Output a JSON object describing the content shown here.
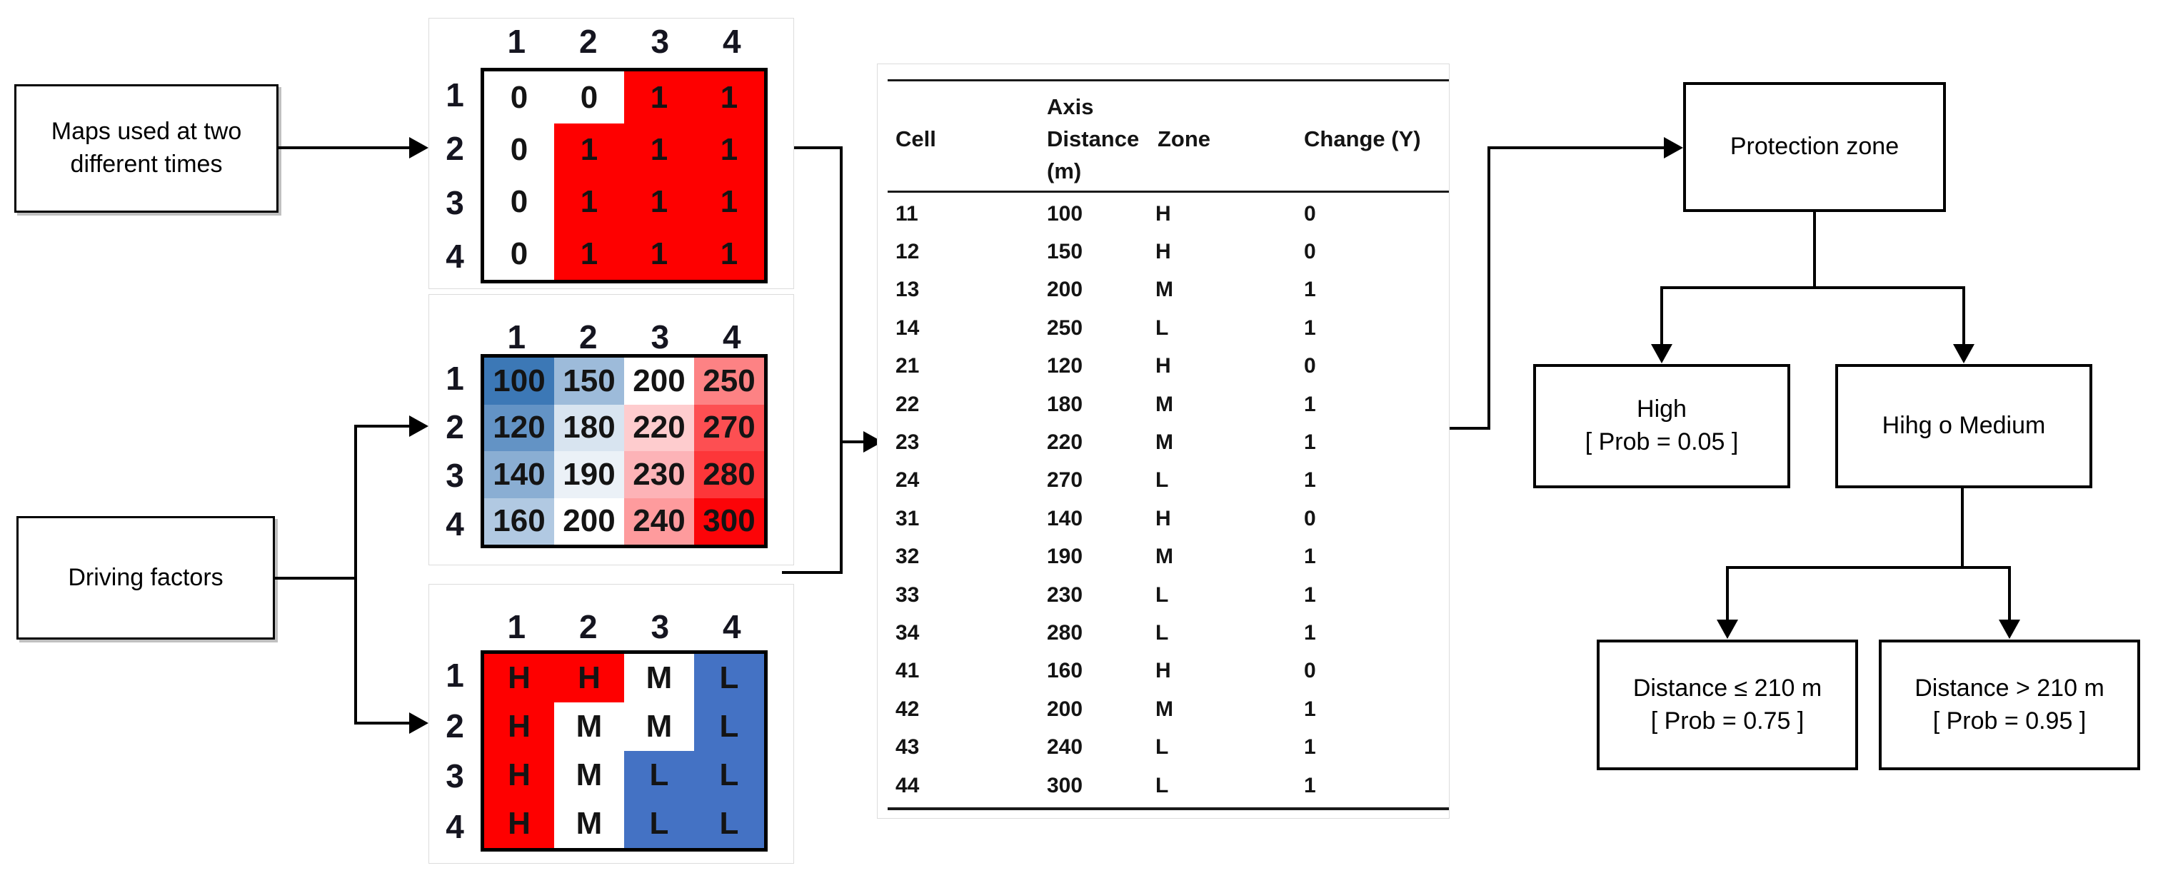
{
  "boxes": {
    "maps": {
      "label": "Maps used at two\ndifferent times"
    },
    "driving": {
      "label": "Driving factors"
    },
    "protection": {
      "label": "Protection zone"
    },
    "high": {
      "line1": "High",
      "line2": "[ Prob = 0.05 ]"
    },
    "high_or_medium": {
      "label": "Hihg o Medium"
    },
    "dist_le": {
      "line1": "Distance ≤ 210 m",
      "line2": "[ Prob = 0.75 ]"
    },
    "dist_gt": {
      "line1": "Distance > 210 m",
      "line2": "[ Prob = 0.95 ]"
    }
  },
  "matrices": [
    {
      "name": "change-map-matrix",
      "col_headers": [
        "1",
        "2",
        "3",
        "4"
      ],
      "row_headers": [
        "1",
        "2",
        "3",
        "4"
      ],
      "values": [
        [
          "0",
          "0",
          "1",
          "1"
        ],
        [
          "0",
          "1",
          "1",
          "1"
        ],
        [
          "0",
          "1",
          "1",
          "1"
        ],
        [
          "0",
          "1",
          "1",
          "1"
        ]
      ],
      "colors": [
        [
          "#FFFFFF",
          "#FFFFFF",
          "#FE0000",
          "#FE0000"
        ],
        [
          "#FFFFFF",
          "#FE0000",
          "#FE0000",
          "#FE0000"
        ],
        [
          "#FFFFFF",
          "#FE0000",
          "#FE0000",
          "#FE0000"
        ],
        [
          "#FFFFFF",
          "#FE0000",
          "#FE0000",
          "#FE0000"
        ]
      ]
    },
    {
      "name": "axis-distance-matrix",
      "col_headers": [
        "1",
        "2",
        "3",
        "4"
      ],
      "row_headers": [
        "1",
        "2",
        "3",
        "4"
      ],
      "values": [
        [
          "100",
          "150",
          "200",
          "250"
        ],
        [
          "120",
          "180",
          "220",
          "270"
        ],
        [
          "140",
          "190",
          "230",
          "280"
        ],
        [
          "160",
          "200",
          "240",
          "300"
        ]
      ],
      "colors": [
        [
          "#3C78B6",
          "#9DBBDA",
          "#FFFFFF",
          "#FD8284"
        ],
        [
          "#6393C5",
          "#D8E4F0",
          "#FECCCE",
          "#FD4F52"
        ],
        [
          "#8AAED3",
          "#EBF1F7",
          "#FDB3B7",
          "#FD3639"
        ],
        [
          "#B1C9E2",
          "#FFFFFF",
          "#FE9B9D",
          "#FC0408"
        ]
      ]
    },
    {
      "name": "zone-matrix",
      "col_headers": [
        "1",
        "2",
        "3",
        "4"
      ],
      "row_headers": [
        "1",
        "2",
        "3",
        "4"
      ],
      "values": [
        [
          "H",
          "H",
          "M",
          "L"
        ],
        [
          "H",
          "M",
          "M",
          "L"
        ],
        [
          "H",
          "M",
          "L",
          "L"
        ],
        [
          "H",
          "M",
          "L",
          "L"
        ]
      ],
      "colors": [
        [
          "#FE0000",
          "#FE0000",
          "#FFFFFF",
          "#4472C4"
        ],
        [
          "#FE0000",
          "#FFFFFF",
          "#FFFFFF",
          "#4472C4"
        ],
        [
          "#FE0000",
          "#FFFFFF",
          "#4472C4",
          "#4472C4"
        ],
        [
          "#FE0000",
          "#FFFFFF",
          "#4472C4",
          "#4472C4"
        ]
      ]
    }
  ],
  "table": {
    "headers": {
      "cell": "Cell",
      "axis1": "Axis",
      "axis2": "Distance",
      "axis3": "(m)",
      "zone": "Zone",
      "change": "Change (Y)"
    },
    "rows": [
      [
        "11",
        "100",
        "H",
        "0"
      ],
      [
        "12",
        "150",
        "H",
        "0"
      ],
      [
        "13",
        "200",
        "M",
        "1"
      ],
      [
        "14",
        "250",
        "L",
        "1"
      ],
      [
        "21",
        "120",
        "H",
        "0"
      ],
      [
        "22",
        "180",
        "M",
        "1"
      ],
      [
        "23",
        "220",
        "M",
        "1"
      ],
      [
        "24",
        "270",
        "L",
        "1"
      ],
      [
        "31",
        "140",
        "H",
        "0"
      ],
      [
        "32",
        "190",
        "M",
        "1"
      ],
      [
        "33",
        "230",
        "L",
        "1"
      ],
      [
        "34",
        "280",
        "L",
        "1"
      ],
      [
        "41",
        "160",
        "H",
        "0"
      ],
      [
        "42",
        "200",
        "M",
        "1"
      ],
      [
        "43",
        "240",
        "L",
        "1"
      ],
      [
        "44",
        "300",
        "L",
        "1"
      ]
    ]
  },
  "colors": {
    "red": "#FE0000",
    "blue": "#4472C4",
    "line": "#000000"
  }
}
